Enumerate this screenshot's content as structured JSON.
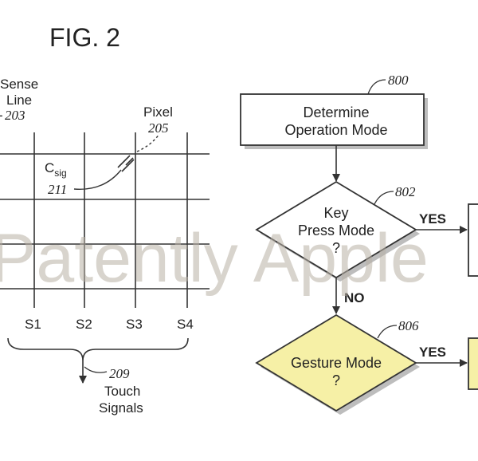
{
  "figure": {
    "title": "FIG. 2"
  },
  "touch_panel": {
    "sense_line_label": [
      "Sense",
      "Line"
    ],
    "sense_line_ref": "203",
    "pixel_label": "Pixel",
    "pixel_ref": "205",
    "csig_main": "C",
    "csig_sub": "sig",
    "csig_ref": "211",
    "columns": [
      "S1",
      "S2",
      "S3",
      "S4"
    ],
    "signals_ref": "209",
    "signals_label": [
      "Touch",
      "Signals"
    ]
  },
  "flowchart": {
    "step_800": {
      "ref": "800",
      "label": [
        "Determine",
        "Operation Mode"
      ]
    },
    "step_802": {
      "ref": "802",
      "label": [
        "Key",
        "Press Mode",
        "?"
      ]
    },
    "step_806": {
      "ref": "806",
      "label": [
        "Gesture Mode",
        "?"
      ]
    },
    "yes_label": "YES",
    "no_label": "NO",
    "colors": {
      "gesture_fill": "#f6f0a6",
      "box_fill": "#ffffff",
      "stroke": "#333333"
    }
  },
  "watermark": "Patently Apple"
}
